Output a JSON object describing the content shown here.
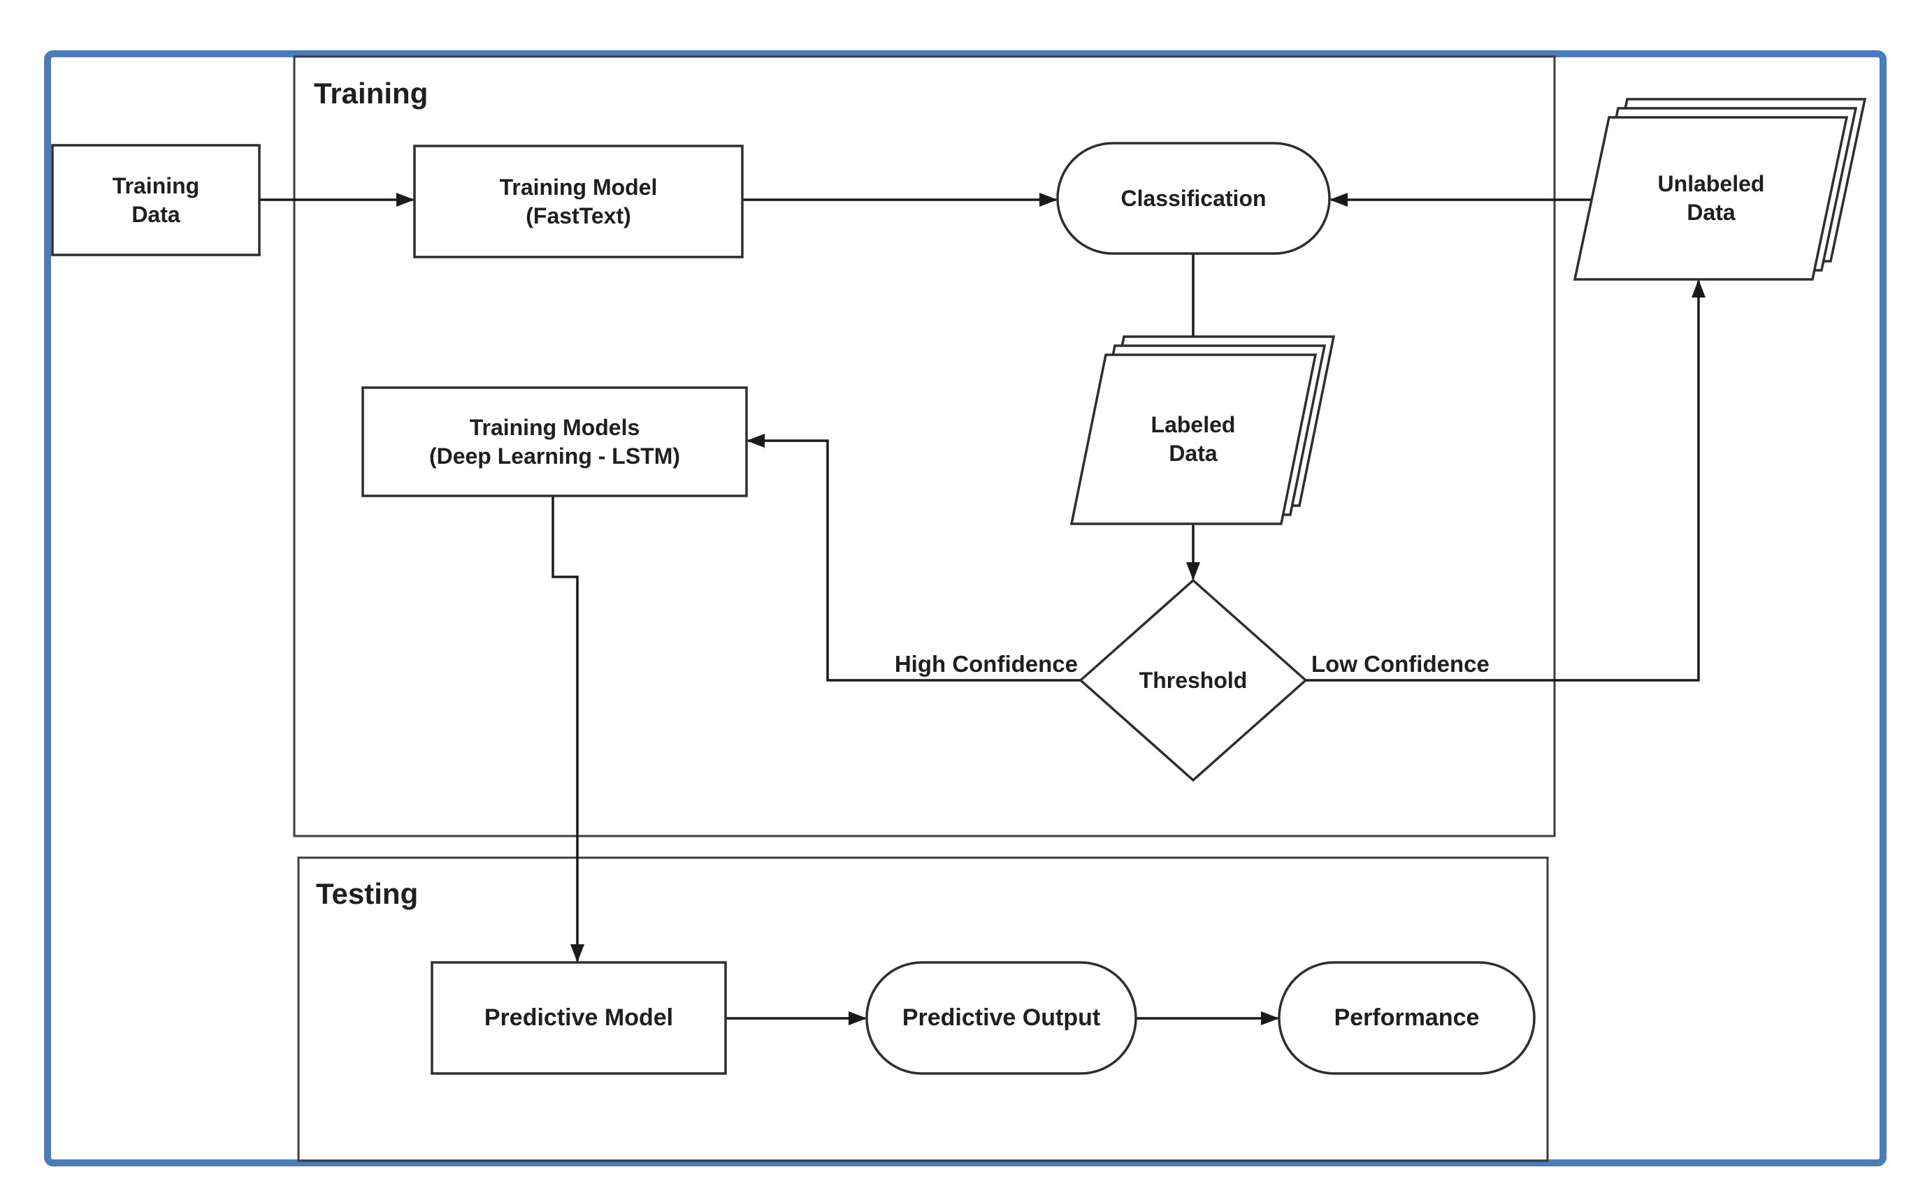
{
  "diagram": {
    "colors": {
      "frame_blue": "#4A7CBC",
      "shape_stroke": "#2E2E2E",
      "section_stroke": "#3D3D3D",
      "connector_black": "#1A1A1A",
      "fill_white": "#FFFFFF",
      "text": "#1F1F1F"
    },
    "sections": {
      "training": {
        "label": "Training"
      },
      "testing": {
        "label": "Testing"
      }
    },
    "nodes": {
      "training_data": {
        "label": "Training\nData",
        "shape": "rectangle"
      },
      "training_model": {
        "label": "Training Model\n(FastText)",
        "shape": "rectangle"
      },
      "classification": {
        "label": "Classification",
        "shape": "stadium"
      },
      "unlabeled_data": {
        "label": "Unlabeled\nData",
        "shape": "stacked-parallelogram"
      },
      "labeled_data": {
        "label": "Labeled\nData",
        "shape": "stacked-parallelogram"
      },
      "threshold": {
        "label": "Threshold",
        "shape": "diamond"
      },
      "training_models": {
        "label": "Training Models\n(Deep Learning - LSTM)",
        "shape": "rectangle"
      },
      "predictive_model": {
        "label": "Predictive Model",
        "shape": "rectangle"
      },
      "predictive_output": {
        "label": "Predictive Output",
        "shape": "stadium"
      },
      "performance": {
        "label": "Performance",
        "shape": "stadium"
      }
    },
    "edge_labels": {
      "high_confidence": "High Confidence",
      "low_confidence": "Low Confidence"
    },
    "edges": [
      {
        "from": "training_data",
        "to": "training_model"
      },
      {
        "from": "training_model",
        "to": "classification"
      },
      {
        "from": "unlabeled_data",
        "to": "classification"
      },
      {
        "from": "classification",
        "to": "labeled_data"
      },
      {
        "from": "labeled_data",
        "to": "threshold"
      },
      {
        "from": "threshold",
        "to": "training_models",
        "label": "High Confidence"
      },
      {
        "from": "threshold",
        "to": "unlabeled_data",
        "label": "Low Confidence"
      },
      {
        "from": "training_models",
        "to": "predictive_model"
      },
      {
        "from": "predictive_model",
        "to": "predictive_output"
      },
      {
        "from": "predictive_output",
        "to": "performance"
      }
    ]
  }
}
